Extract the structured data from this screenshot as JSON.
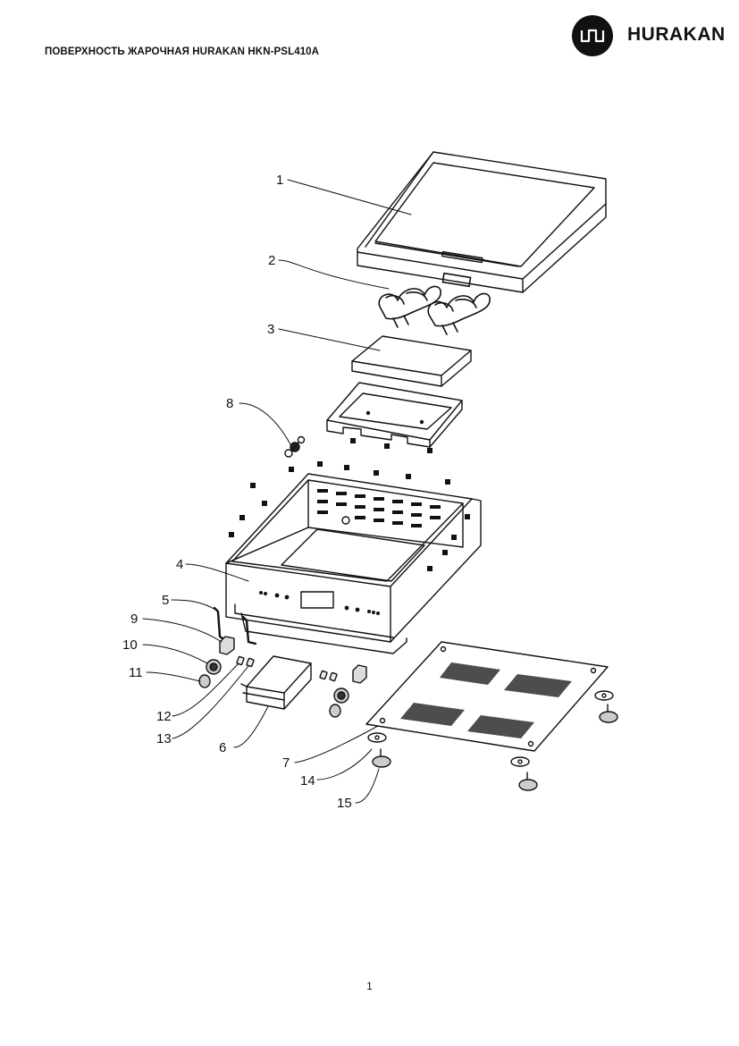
{
  "header": {
    "title": "ПОВЕРХНОСТЬ ЖАРОЧНАЯ HURAKAN HKN-PSL410A",
    "logo_text": "HURAKAN",
    "logo_icon": "hurakan-logo-icon"
  },
  "diagram": {
    "callouts": [
      "1",
      "2",
      "3",
      "4",
      "5",
      "6",
      "7",
      "8",
      "9",
      "10",
      "11",
      "12",
      "13",
      "14",
      "15"
    ]
  },
  "footer": {
    "page_number": "1"
  },
  "colors": {
    "ink": "#111111",
    "paper": "#ffffff"
  }
}
